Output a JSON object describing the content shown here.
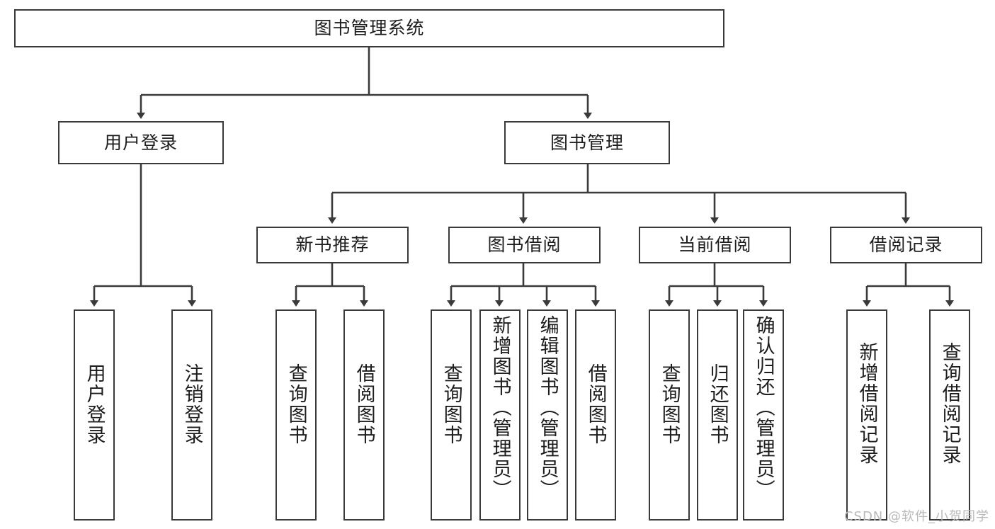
{
  "diagram": {
    "type": "tree",
    "title": "图书管理系统",
    "root": {
      "label": "图书管理系统"
    },
    "level1": [
      {
        "label": "用户登录"
      },
      {
        "label": "图书管理"
      }
    ],
    "level2": [
      {
        "label": "新书推荐"
      },
      {
        "label": "图书借阅"
      },
      {
        "label": "当前借阅"
      },
      {
        "label": "借阅记录"
      }
    ],
    "leaves": {
      "user_login": [
        {
          "label": "用户登录"
        },
        {
          "label": "注销登录"
        }
      ],
      "new_book_recommend": [
        {
          "label": "查询图书"
        },
        {
          "label": "借阅图书"
        }
      ],
      "book_borrow": [
        {
          "label": "查询图书"
        },
        {
          "label": "新增图书（管理员）"
        },
        {
          "label": "编辑图书（管理员）"
        },
        {
          "label": "借阅图书"
        }
      ],
      "current_borrow": [
        {
          "label": "查询图书"
        },
        {
          "label": "归还图书"
        },
        {
          "label": "确认归还（管理员）"
        }
      ],
      "borrow_record": [
        {
          "label": "新增借阅记录"
        },
        {
          "label": "查询借阅记录"
        }
      ]
    }
  },
  "watermark": {
    "text": "CSDN @软件_小贺同学"
  },
  "colors": {
    "border": "#3a3a3a",
    "text": "#1d1d1d",
    "background": "#ffffff",
    "watermark": "#b9b9b9"
  }
}
